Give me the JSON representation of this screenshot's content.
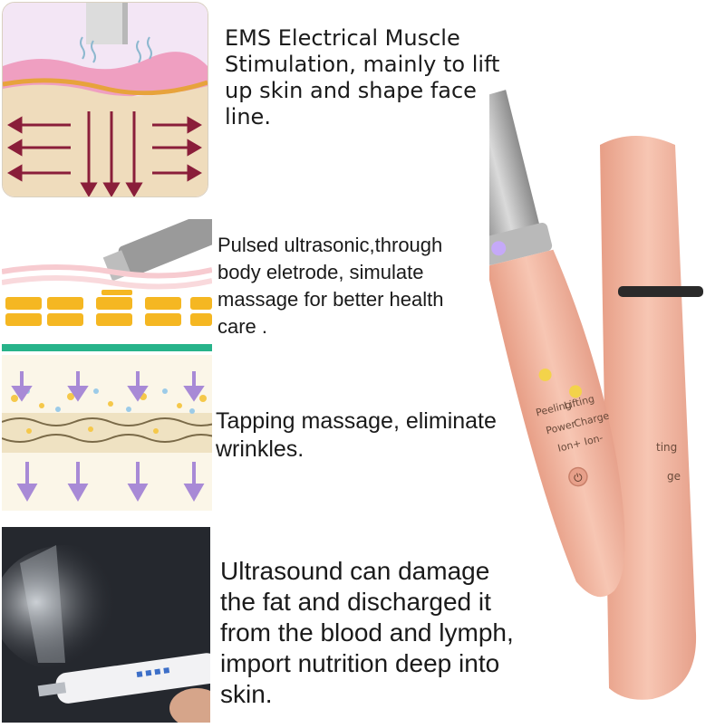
{
  "features": [
    {
      "text": "EMS  Electrical Muscle\nStimulation, mainly to lift\nup skin and shape face\nline."
    },
    {
      "text": "Pulsed ultrasonic,through\nbody eletrode, simulate\nmassage for better health\ncare ."
    },
    {
      "text": "Tapping massage, eliminate\nwrinkles."
    },
    {
      "text": "Ultrasound can damage\nthe fat and discharged it\nfrom the blood and lymph,\nimport nutrition deep into\nskin."
    }
  ],
  "device": {
    "labels": [
      "Peeling",
      "Lifting",
      "Power",
      "Charge",
      "Ion+",
      "Ion-"
    ],
    "back_labels": [
      "ting",
      "ge"
    ],
    "body_color": "#f2b6a0",
    "accent_color": "#f3d34a"
  }
}
